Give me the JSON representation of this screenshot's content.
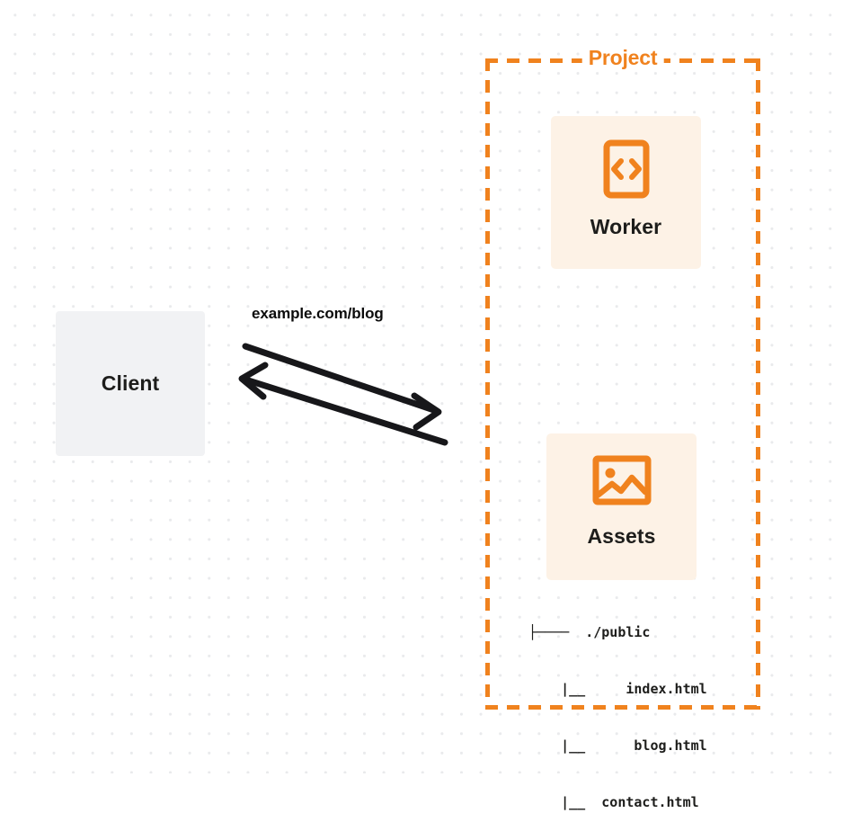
{
  "diagram": {
    "title": "Client to Project Worker and Assets request flow",
    "background": {
      "color": "#ffffff",
      "dot_color": "#e9eaec",
      "pattern": "dot-grid"
    },
    "colors": {
      "accent_orange": "#f0821e",
      "card_cream": "#fdf2e6",
      "client_gray": "#f1f2f4",
      "text_dark": "#1d1d1b",
      "arrow_black": "#17171a"
    },
    "client": {
      "label": "Client"
    },
    "connection": {
      "request_label": "example.com/blog",
      "request_arrow": "arrow-right-down",
      "response_arrow": "arrow-left-up"
    },
    "project": {
      "title": "Project",
      "border_style": "dashed",
      "nodes": [
        {
          "id": "worker",
          "label": "Worker",
          "icon": "code-brackets-icon"
        },
        {
          "id": "assets",
          "label": "Assets",
          "icon": "image-icon"
        }
      ],
      "file_tree": {
        "root": "./public",
        "root_line": "├────  ./public",
        "entries": [
          {
            "line": "    |__     index.html",
            "name": "index.html"
          },
          {
            "line": "    |__      blog.html",
            "name": "blog.html"
          },
          {
            "line": "    |__  contact.html",
            "name": "contact.html"
          }
        ]
      }
    }
  }
}
